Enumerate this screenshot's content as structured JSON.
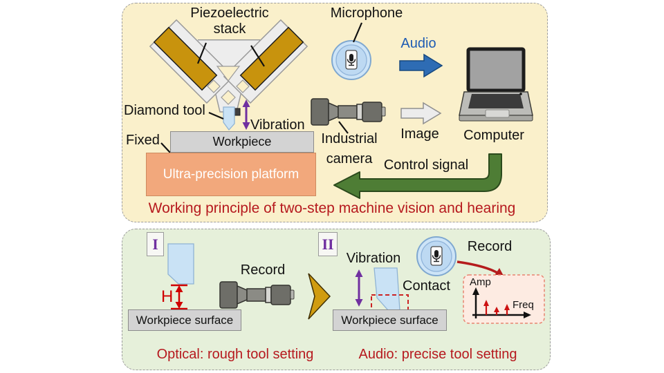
{
  "top_panel": {
    "piezo_label_line1": "Piezoelectric",
    "piezo_label_line2": "stack",
    "microphone_label": "Microphone",
    "audio_label": "Audio",
    "computer_label": "Computer",
    "diamond_tool_label": "Diamond tool",
    "vibration_label": "Vibration",
    "camera_label_line1": "Industrial",
    "camera_label_line2": "camera",
    "image_label": "Image",
    "fixed_label": "Fixed",
    "workpiece_label": "Workpiece",
    "platform_label": "Ultra-precision platform",
    "control_signal_label": "Control signal",
    "caption": "Working principle of two-step machine vision and hearing"
  },
  "bottom_panel": {
    "step1": {
      "numeral": "I",
      "record_label": "Record",
      "gap_label": "H",
      "surface_label": "Workpiece surface"
    },
    "step2": {
      "numeral": "II",
      "vibration_label": "Vibration",
      "contact_label": "Contact",
      "record_label": "Record",
      "surface_label": "Workpiece surface"
    },
    "spectrum": {
      "y_axis_label": "Amp",
      "x_axis_label": "Freq",
      "peak_heights_rel": [
        0.75,
        0.3,
        0.5
      ]
    },
    "caption_left": "Optical: rough tool setting",
    "caption_right": "Audio: precise tool setting"
  },
  "icons": {
    "microphone": "microphone-icon",
    "industrial_camera": "industrial-camera-icon",
    "computer": "laptop-icon",
    "piezo_actuator": "piezo-flexure",
    "spectrum": "spectrum-mini-chart"
  },
  "colors": {
    "panel_top_bg": "#faf0cb",
    "panel_bottom_bg": "#e6f0da",
    "caption_red": "#b6191e",
    "audio_blue": "#1e5cb3",
    "vibration_purple": "#7030a0",
    "piezo_gold": "#c8930d",
    "platform_salmon": "#f2a87c",
    "control_arrow_green": "#4e7d35",
    "step_arrow_gold": "#d09c10",
    "tool_blue": "#c9e2f5",
    "accent_red": "#cc1111"
  }
}
